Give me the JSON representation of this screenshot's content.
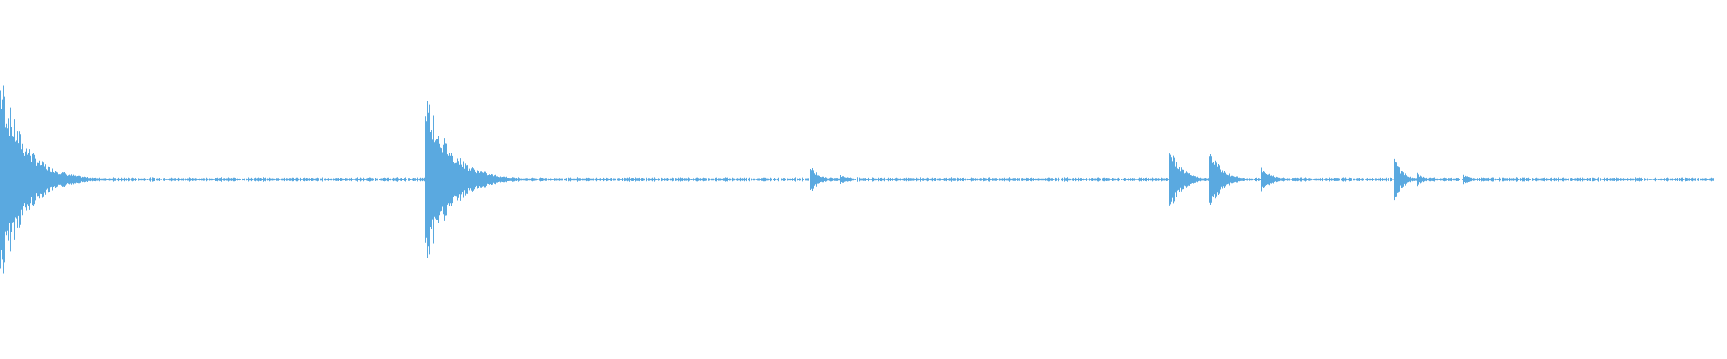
{
  "waveform": {
    "color": "#5aa9e0",
    "background": "#ffffff",
    "duration_fraction_visible": 1.0,
    "transients": [
      {
        "position": 0.0,
        "amplitude": 0.62,
        "decay": 0.03
      },
      {
        "position": 0.246,
        "amplitude": 0.54,
        "decay": 0.03
      },
      {
        "position": 0.469,
        "amplitude": 0.09,
        "decay": 0.01
      },
      {
        "position": 0.486,
        "amplitude": 0.03,
        "decay": 0.012
      },
      {
        "position": 0.677,
        "amplitude": 0.19,
        "decay": 0.015
      },
      {
        "position": 0.7,
        "amplitude": 0.19,
        "decay": 0.015
      },
      {
        "position": 0.73,
        "amplitude": 0.07,
        "decay": 0.015
      },
      {
        "position": 0.807,
        "amplitude": 0.14,
        "decay": 0.01
      },
      {
        "position": 0.82,
        "amplitude": 0.04,
        "decay": 0.01
      },
      {
        "position": 0.847,
        "amplitude": 0.03,
        "decay": 0.012
      },
      {
        "position": 0.857,
        "amplitude": 0.02,
        "decay": 0.01
      }
    ],
    "noise_floor": 0.012,
    "end_fraction": 0.993
  }
}
